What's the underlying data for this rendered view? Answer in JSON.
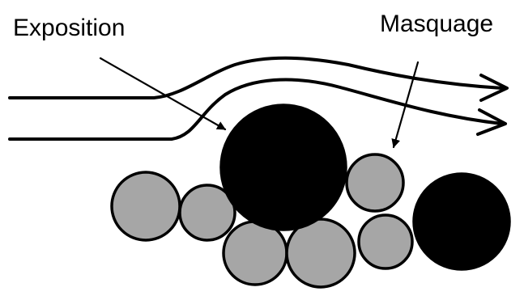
{
  "labels": {
    "exposition": "Exposition",
    "masquage": "Masquage"
  },
  "colors": {
    "background": "#ffffff",
    "ink": "#000000",
    "fine_grain": "#a6a6a6",
    "coarse_grain": "#000000"
  },
  "icons": {
    "flow_arrow": "open-chevron-arrowhead",
    "pointer_arrow": "filled-triangle-arrowhead"
  }
}
